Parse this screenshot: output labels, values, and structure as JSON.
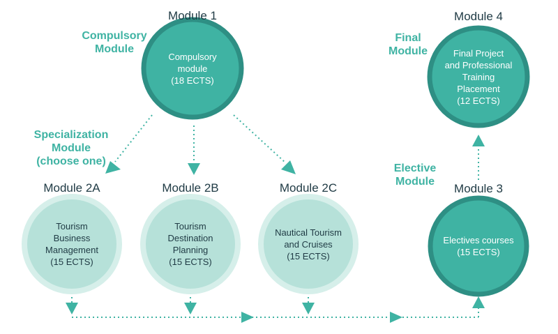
{
  "colors": {
    "dark_fill": "#3fb3a3",
    "dark_ring": "#2e8f84",
    "light_fill": "#b6e1d9",
    "light_ring": "#d6efea",
    "accent": "#3fb3a3",
    "text": "#1f3a44"
  },
  "categories": {
    "compulsory": [
      "Compulsory",
      "Module"
    ],
    "specialization": [
      "Specialization",
      "Module",
      "(choose one)"
    ],
    "final": [
      "Final",
      "Module"
    ],
    "elective": [
      "Elective",
      "Module"
    ]
  },
  "modules": {
    "m1": {
      "label": "Module 1",
      "lines": [
        "Compulsory",
        "module",
        "(18 ECTS)"
      ]
    },
    "m2a": {
      "label": "Module 2A",
      "lines": [
        "Tourism",
        "Business",
        "Management",
        "(15 ECTS)"
      ]
    },
    "m2b": {
      "label": "Module 2B",
      "lines": [
        "Tourism",
        "Destination",
        "Planning",
        "(15 ECTS)"
      ]
    },
    "m2c": {
      "label": "Module 2C",
      "lines": [
        "Nautical Tourism",
        "and Cruises",
        "(15 ECTS)"
      ]
    },
    "m3": {
      "label": "Module 3",
      "lines": [
        "Electives courses",
        "(15 ECTS)"
      ]
    },
    "m4": {
      "label": "Module 4",
      "lines": [
        "Final Project",
        "and Professional",
        "Training",
        "Placement",
        "(12 ECTS)"
      ]
    }
  }
}
